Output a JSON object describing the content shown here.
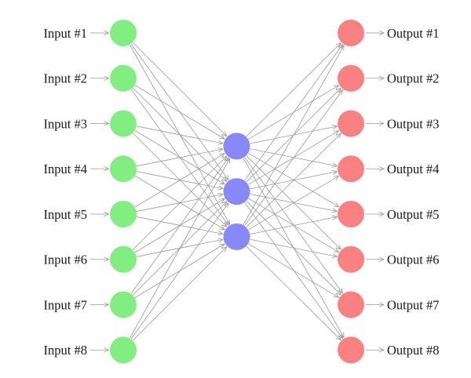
{
  "diagram": {
    "kind": "neural-network",
    "background_color": "#ffffff",
    "edge_color": "#999999",
    "text_color": "#1a1a1a",
    "layers": {
      "input": {
        "node_color": "#82ee82",
        "labels": [
          "Input #1",
          "Input #2",
          "Input #3",
          "Input #4",
          "Input #5",
          "Input #6",
          "Input #7",
          "Input #8"
        ]
      },
      "hidden": {
        "node_color": "#8888f8",
        "count": 3
      },
      "output": {
        "node_color": "#fa8181",
        "labels": [
          "Output #1",
          "Output #2",
          "Output #3",
          "Output #4",
          "Output #5",
          "Output #6",
          "Output #7",
          "Output #8"
        ]
      }
    },
    "connections": [
      {
        "from": "input",
        "to": "hidden",
        "type": "all-to-all"
      },
      {
        "from": "hidden",
        "to": "output",
        "type": "all-to-all"
      }
    ]
  }
}
